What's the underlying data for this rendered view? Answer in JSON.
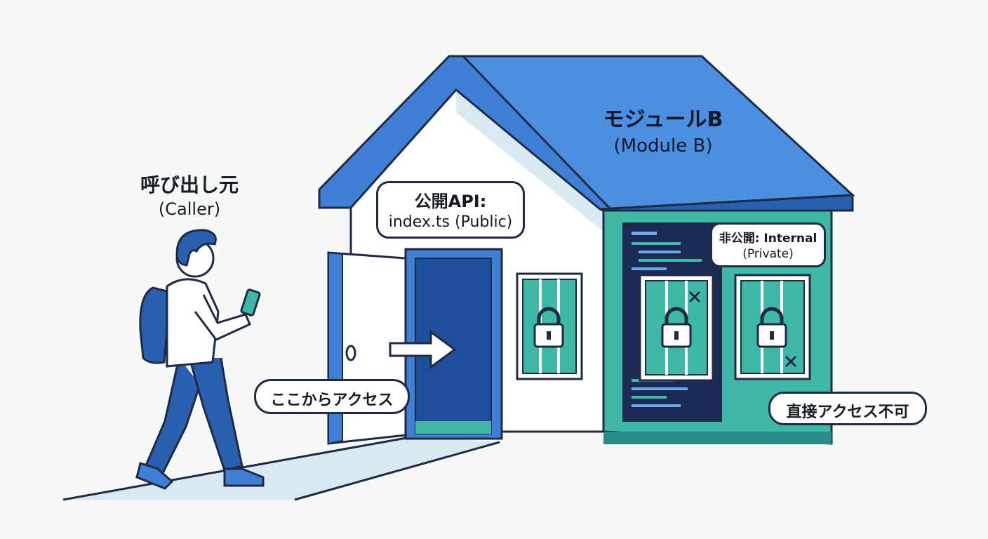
{
  "caller": {
    "title": "呼び出し元",
    "subtitle": "(Caller)"
  },
  "module": {
    "title": "モジュールB",
    "subtitle": "(Module B)"
  },
  "public_api": {
    "line1": "公開API:",
    "line2": "index.ts (Public)"
  },
  "private": {
    "line1": "非公開: Internal",
    "line2": "(Private)"
  },
  "access_here": "ここからアクセス",
  "no_direct_access": "直接アクセス不可",
  "colors": {
    "roof": "#3f7fd6",
    "roof_dark": "#1f4f9c",
    "wall_front": "#ffffff",
    "wall_side": "#3fb8a8",
    "door": "#1f4f9c",
    "outline": "#1f2a44",
    "path": "#d8e9f2"
  },
  "icons": [
    "person-icon",
    "smartphone-icon",
    "backpack-icon",
    "door-icon",
    "arrow-right-icon",
    "padlock-icon",
    "cross-icon",
    "code-screen-icon"
  ]
}
